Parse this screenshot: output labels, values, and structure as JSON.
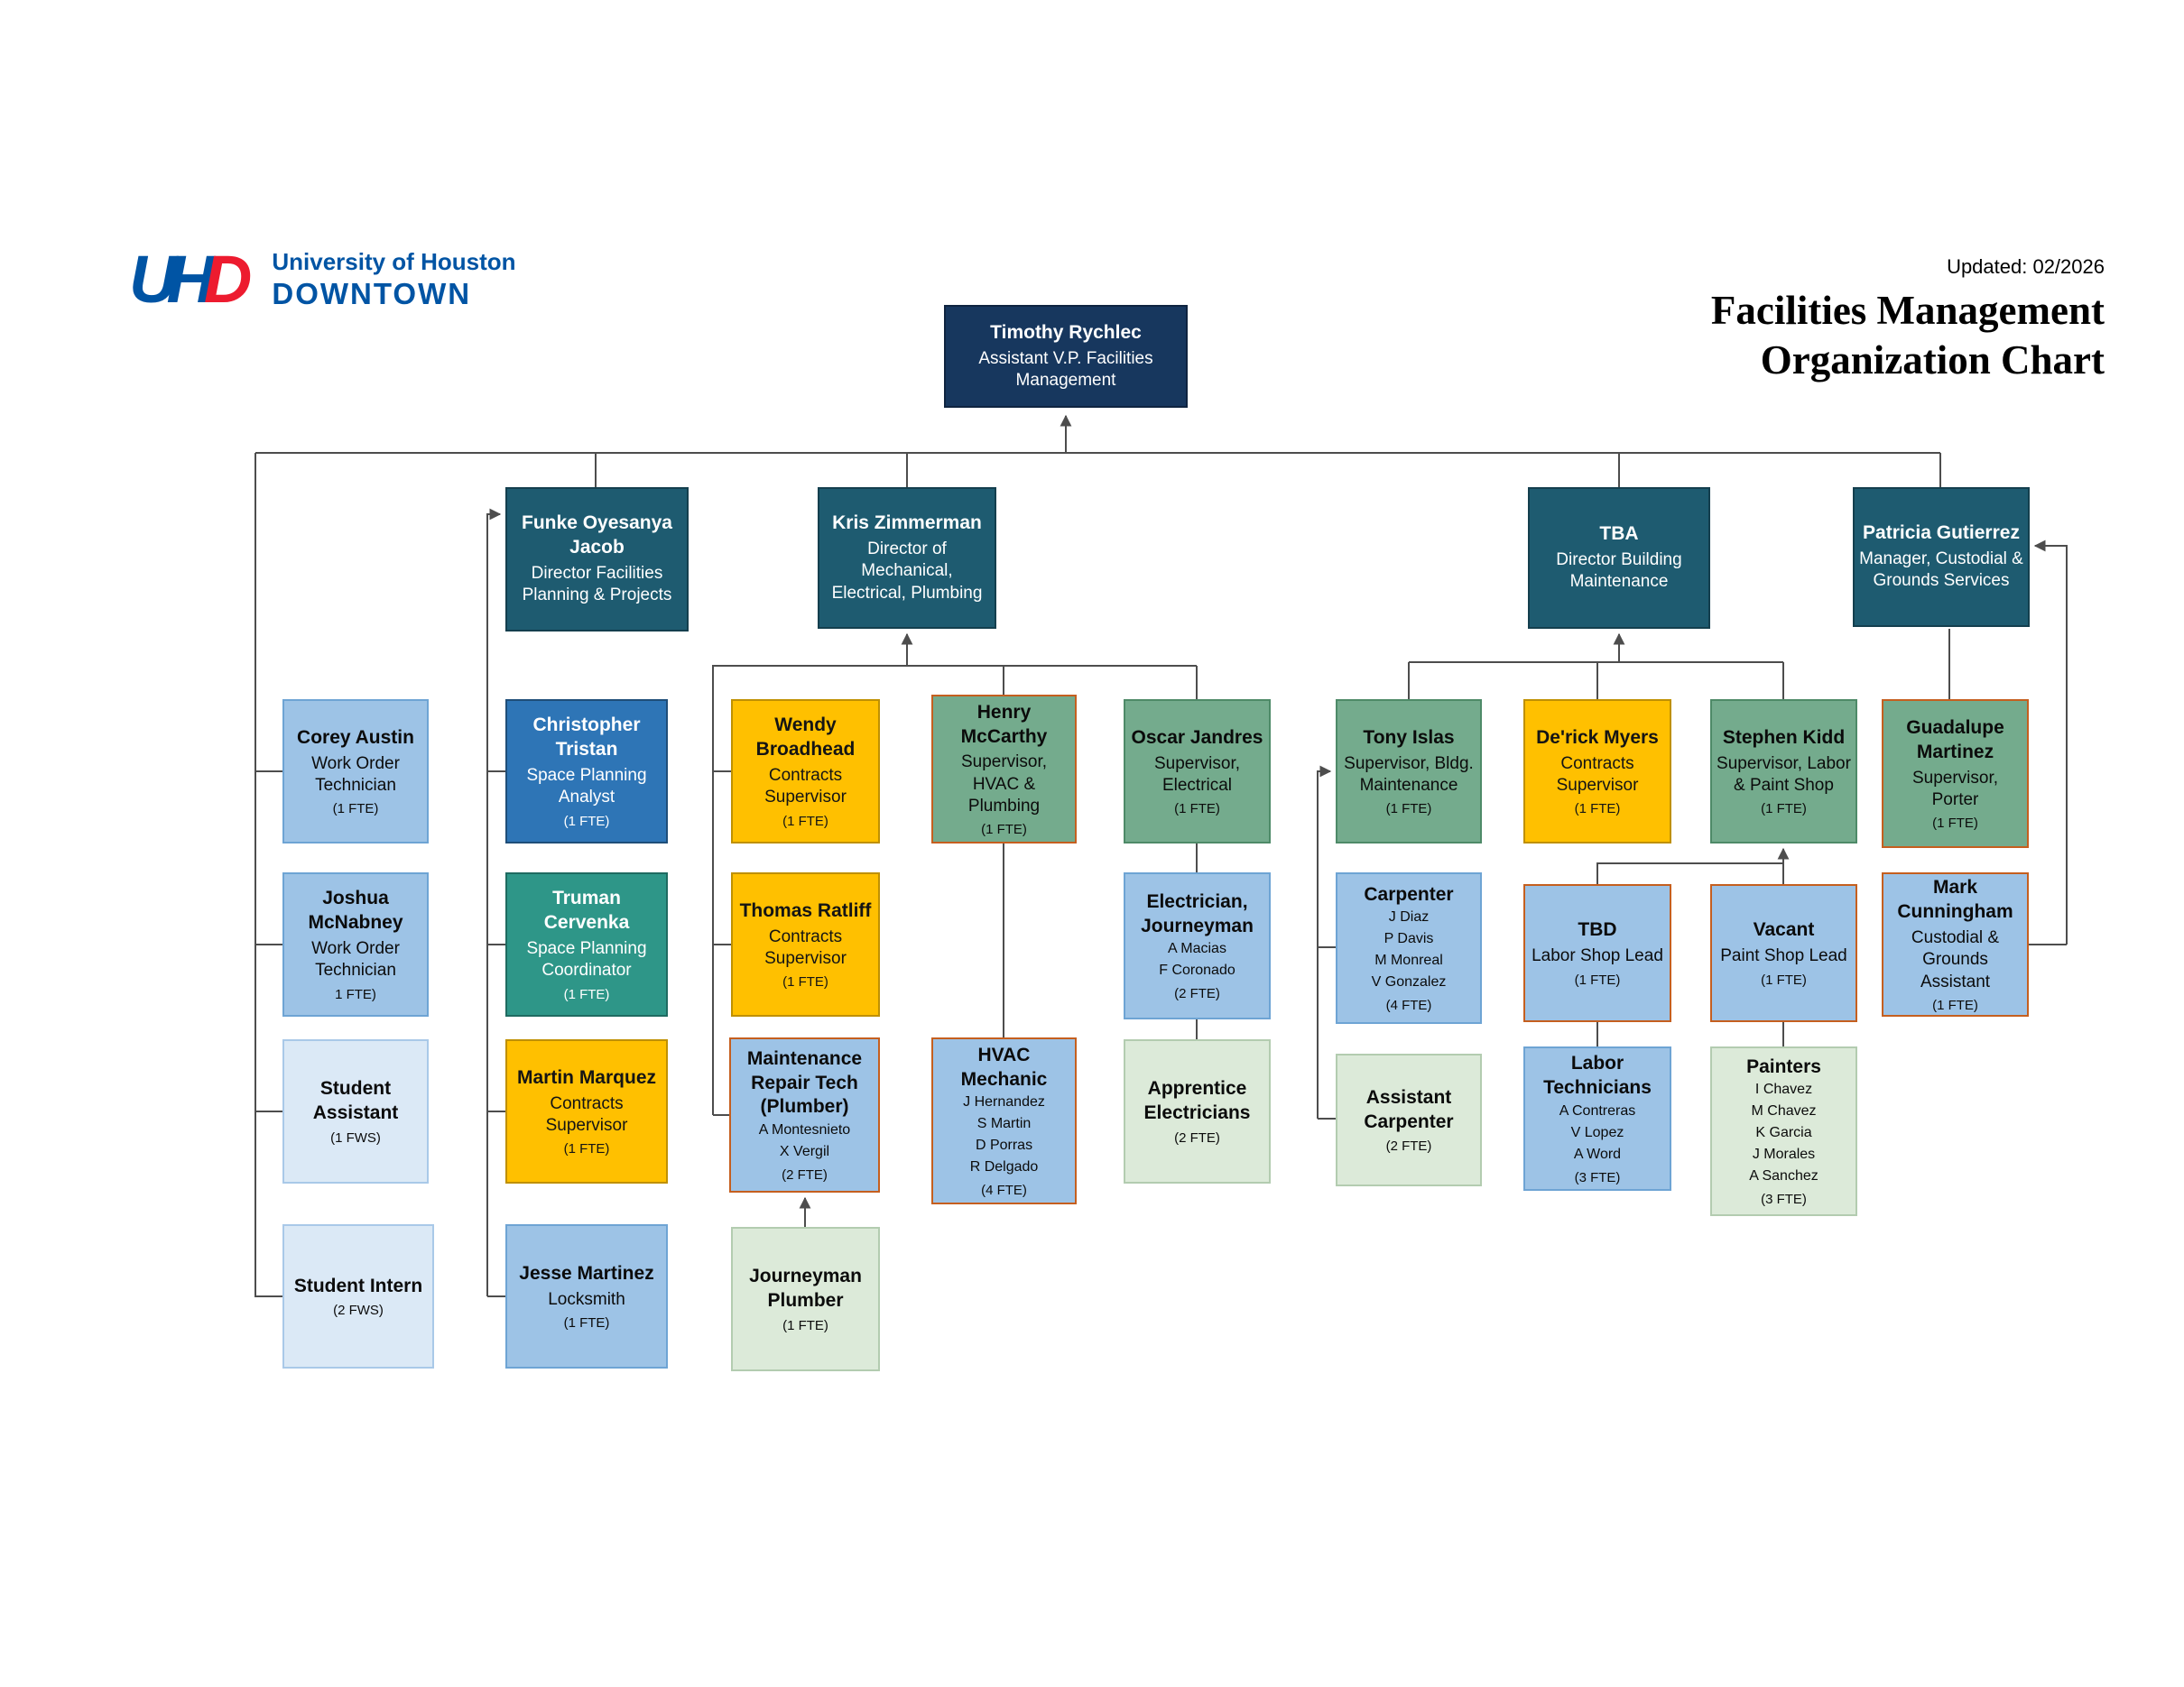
{
  "header": {
    "updated": "Updated: 02/2026",
    "title_line1": "Facilities Management",
    "title_line2": "Organization Chart"
  },
  "logo": {
    "u": "U",
    "h": "H",
    "d": "D",
    "org_line1": "University of Houston",
    "org_line2": "DOWNTOWN"
  },
  "colors": {
    "navy": "#17375e",
    "dark_teal": "#1e5b70",
    "medium_blue": "#2e75b6",
    "teal_green": "#2e9688",
    "amber": "#ffc000",
    "green": "#74ab8d",
    "light_blue": "#9dc3e6",
    "pale_blue": "#dbe9f6",
    "mint": "#dcead9",
    "vacancy_border": "#c55f1f",
    "connector": "#4d4d4d",
    "uhd_blue": "#0054a4",
    "uhd_red": "#ed1b2f"
  },
  "boxes": {
    "timothy": {
      "name": "Timothy Rychlec",
      "role": "Assistant V.P. Facilities Management"
    },
    "funke": {
      "name": "Funke Oyesanya Jacob",
      "role": "Director Facilities Planning & Projects"
    },
    "kris": {
      "name": "Kris Zimmerman",
      "role": "Director of Mechanical, Electrical, Plumbing"
    },
    "tba": {
      "name": "TBA",
      "role": "Director Building Maintenance"
    },
    "patricia": {
      "name": "Patricia Gutierrez",
      "role": "Manager, Custodial & Grounds Services"
    },
    "corey": {
      "name": "Corey Austin",
      "role": "Work Order Technician",
      "fte": "(1 FTE)"
    },
    "joshua": {
      "name": "Joshua McNabney",
      "role": "Work Order Technician",
      "fte": "1 FTE)"
    },
    "student_assistant": {
      "name": "Student Assistant",
      "fte": "(1 FWS)"
    },
    "student_intern": {
      "name": "Student Intern",
      "fte": "(2 FWS)"
    },
    "christopher": {
      "name": "Christopher Tristan",
      "role": "Space Planning Analyst",
      "fte": "(1 FTE)"
    },
    "truman": {
      "name": "Truman Cervenka",
      "role": "Space Planning Coordinator",
      "fte": "(1 FTE)"
    },
    "martin": {
      "name": "Martin Marquez",
      "role": "Contracts Supervisor",
      "fte": "(1 FTE)"
    },
    "jesse": {
      "name": "Jesse Martinez",
      "role": "Locksmith",
      "fte": "(1 FTE)"
    },
    "wendy": {
      "name": "Wendy Broadhead",
      "role": "Contracts Supervisor",
      "fte": "(1 FTE)"
    },
    "thomas": {
      "name": "Thomas Ratliff",
      "role": "Contracts Supervisor",
      "fte": "(1 FTE)"
    },
    "maint_repair": {
      "name": "Maintenance Repair Tech (Plumber)",
      "members": [
        "A Montesnieto",
        "X Vergil"
      ],
      "fte": "(2 FTE)"
    },
    "journeyman_plumber": {
      "name": "Journeyman Plumber",
      "fte": "(1 FTE)"
    },
    "henry": {
      "name": "Henry McCarthy",
      "role": "Supervisor, HVAC & Plumbing",
      "fte": "(1 FTE)"
    },
    "hvac_mechanic": {
      "name": "HVAC Mechanic",
      "members": [
        "J Hernandez",
        "S Martin",
        "D Porras",
        "R Delgado"
      ],
      "fte": "(4  FTE)"
    },
    "oscar": {
      "name": "Oscar Jandres",
      "role": "Supervisor, Electrical",
      "fte": "(1 FTE)"
    },
    "electrician": {
      "name": "Electrician, Journeyman",
      "members": [
        "A Macias",
        "F Coronado"
      ],
      "fte": "(2 FTE)"
    },
    "apprentice": {
      "name": "Apprentice Electricians",
      "fte": "(2 FTE)"
    },
    "tony": {
      "name": "Tony Islas",
      "role": "Supervisor, Bldg. Maintenance",
      "fte": "(1 FTE)"
    },
    "carpenter": {
      "name": "Carpenter",
      "members": [
        "J Diaz",
        "P Davis",
        "M Monreal",
        "V Gonzalez"
      ],
      "fte": "(4 FTE)"
    },
    "assistant_carpenter": {
      "name": "Assistant Carpenter",
      "fte": "(2 FTE)"
    },
    "derick": {
      "name": "De'rick Myers",
      "role": "Contracts Supervisor",
      "fte": "(1 FTE)"
    },
    "tbd": {
      "name": "TBD",
      "role": "Labor Shop Lead",
      "fte": "(1 FTE)"
    },
    "labor_techs": {
      "name": "Labor Technicians",
      "members": [
        "A Contreras",
        "V Lopez",
        "A Word"
      ],
      "fte": "(3 FTE)"
    },
    "stephen": {
      "name": "Stephen Kidd",
      "role": "Supervisor, Labor & Paint Shop",
      "fte": "(1 FTE)"
    },
    "vacant": {
      "name": "Vacant",
      "role": "Paint Shop Lead",
      "fte": "(1 FTE)"
    },
    "painters": {
      "name": "Painters",
      "members": [
        "I Chavez",
        "M Chavez",
        "K Garcia",
        "J Morales",
        "A Sanchez"
      ],
      "fte": "(3 FTE)"
    },
    "guadalupe": {
      "name": "Guadalupe Martinez",
      "role": "Supervisor, Porter",
      "fte": "(1 FTE)"
    },
    "mark": {
      "name": "Mark Cunningham",
      "role": "Custodial & Grounds Assistant",
      "fte": "(1 FTE)"
    }
  }
}
